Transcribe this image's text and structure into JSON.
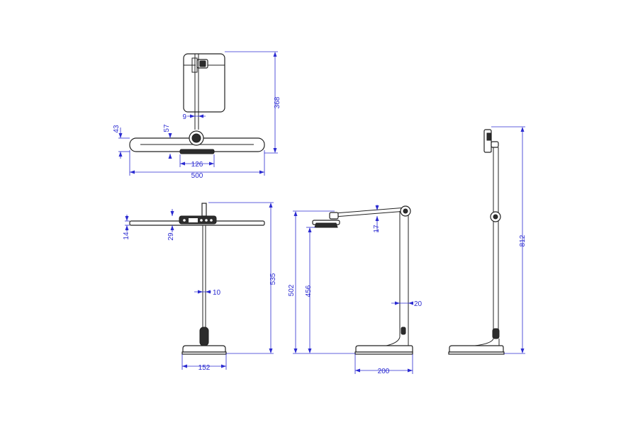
{
  "colors": {
    "dimension": "#2b2bd1",
    "outline": "#222222",
    "background": "#ffffff"
  },
  "dimensions": {
    "top_view": {
      "height": "368",
      "offset": "9",
      "head_thickness": "43",
      "head_depth": "57",
      "panel_width": "126",
      "head_width": "500"
    },
    "front_view": {
      "head_thickness": "14",
      "head_offset": "29",
      "pole_diameter": "10",
      "total_height": "535",
      "base_width": "152"
    },
    "side_view": {
      "arm_thickness": "17",
      "total_height": "502",
      "head_height": "456",
      "pole_diameter": "20",
      "base_width": "200"
    },
    "back_view": {
      "total_height": "812"
    }
  }
}
